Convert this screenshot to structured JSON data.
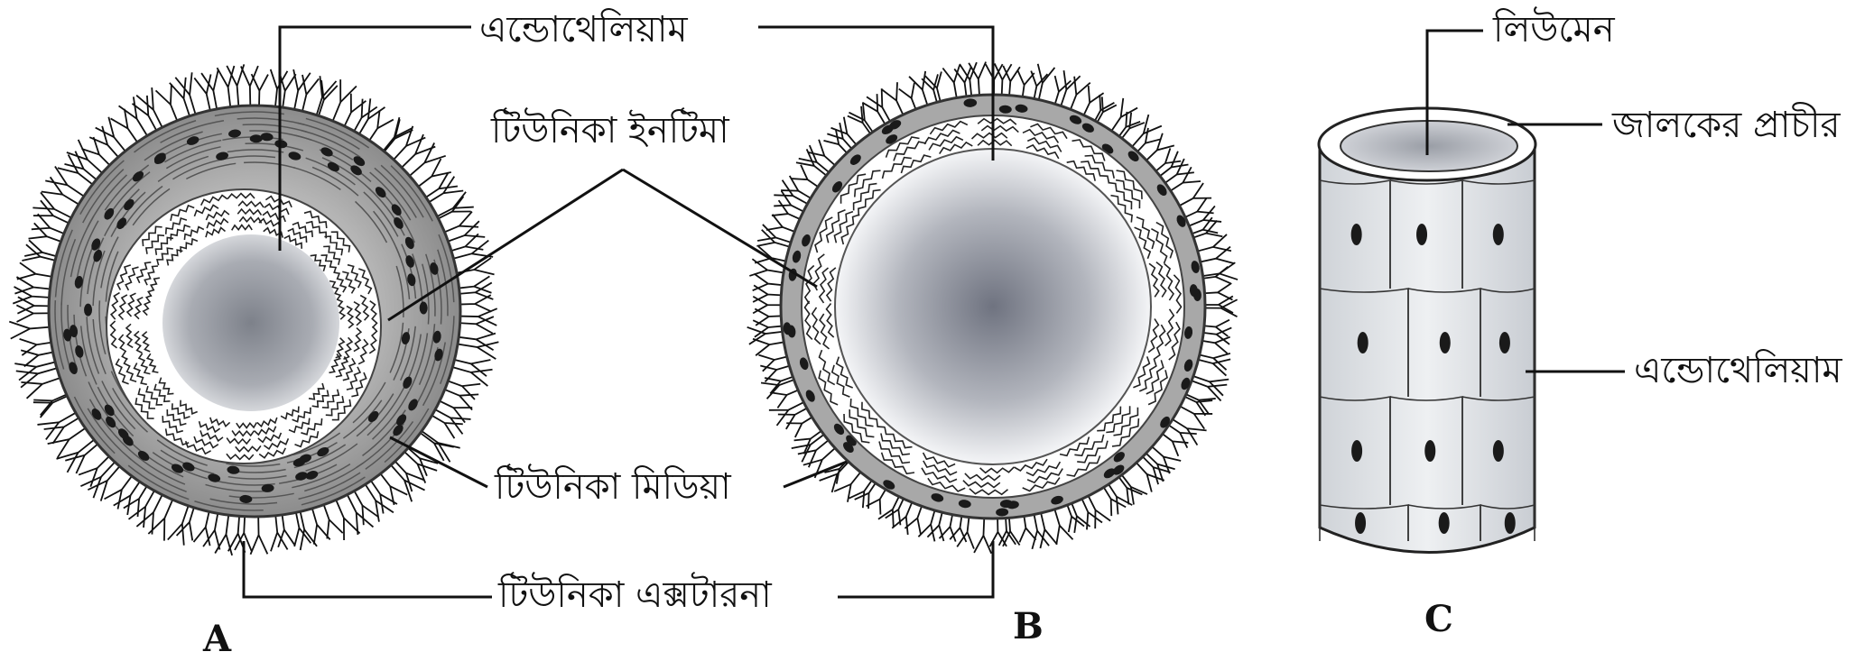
{
  "figure_letters": {
    "a": "A",
    "b": "B",
    "c": "C"
  },
  "labels": {
    "endothelium_top": "এন্ডোথেলিয়াম",
    "tunica_intima": "টিউনিকা ইনটিমা",
    "tunica_media": "টিউনিকা মিডিয়া",
    "tunica_externa": "টিউনিকা এক্সটারনা",
    "lumen": "লিউমেন",
    "capillary_wall": "জালকের প্রাচীর",
    "endothelium_right": "এন্ডোথেলিয়াম"
  },
  "colors": {
    "ink": "#111111",
    "media_gray": "#9a9a9a",
    "lumen_gray": "#8e929a",
    "nucleus": "#1a1a1a",
    "capillary_fill": "#e3e6ea"
  }
}
